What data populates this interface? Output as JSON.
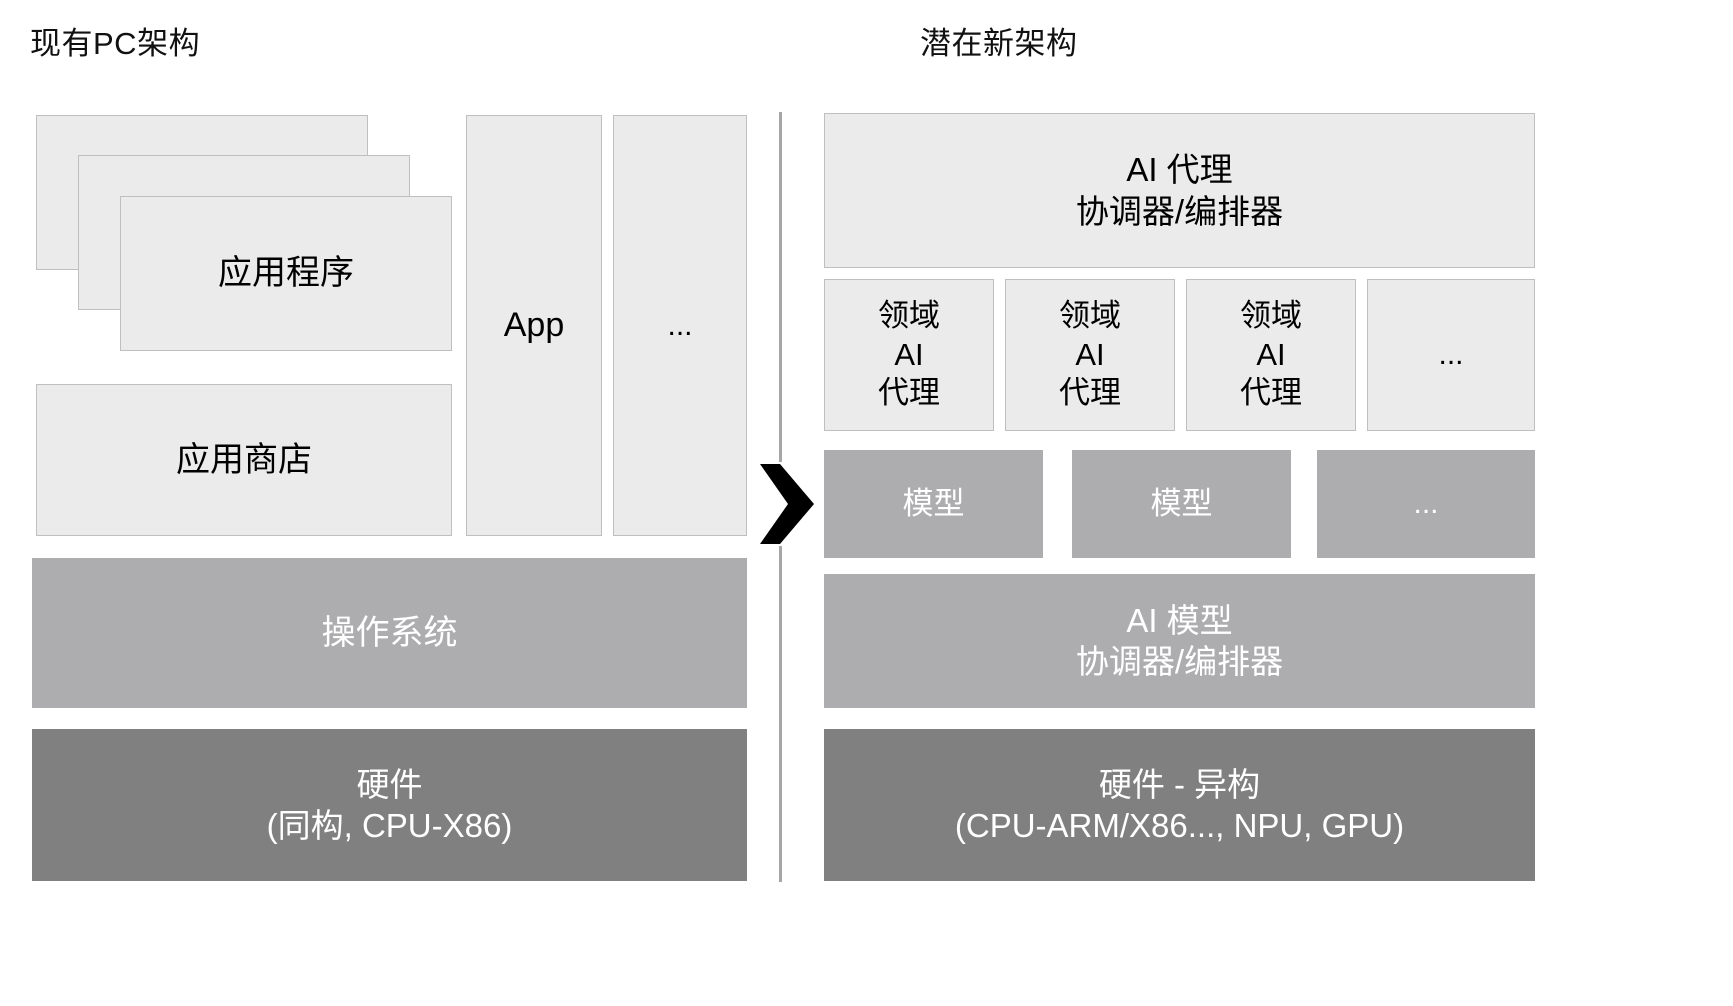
{
  "panels": {
    "left": {
      "title": "现有PC架构",
      "app_cards": {
        "back_label": "",
        "mid_label": "",
        "front_label": "应用程序"
      },
      "app_store_label": "应用商店",
      "app_column_label": "App",
      "app_ellipsis_label": "...",
      "os_label": "操作系统",
      "hardware_label": "硬件\n(同构, CPU-X86)"
    },
    "right": {
      "title": "潜在新架构",
      "ai_agent_orchestrator_label": "AI 代理\n协调器/编排器",
      "domain_agents": [
        {
          "label": "领域\nAI\n代理"
        },
        {
          "label": "领域\nAI\n代理"
        },
        {
          "label": "领域\nAI\n代理"
        }
      ],
      "domain_ellipsis_label": "...",
      "models": [
        {
          "label": "模型"
        },
        {
          "label": "模型"
        }
      ],
      "model_ellipsis_label": "...",
      "ai_model_orchestrator_label": "AI  模型\n协调器/编排器",
      "hardware_label": "硬件 - 异构\n(CPU-ARM/X86..., NPU, GPU)"
    }
  },
  "divider": {
    "arrow_icon": "chevron-right-icon"
  },
  "colors": {
    "background": "#ffffff",
    "box_light_fill": "#ebebeb",
    "box_light_border": "#bfbfbf",
    "box_mid_fill": "#adadb0",
    "box_dark_fill": "#808080",
    "divider_line": "#a6a6a6",
    "arrow": "#000000",
    "title_text": "#111111",
    "light_box_text": "#000000",
    "gray_box_text": "#ffffff"
  }
}
